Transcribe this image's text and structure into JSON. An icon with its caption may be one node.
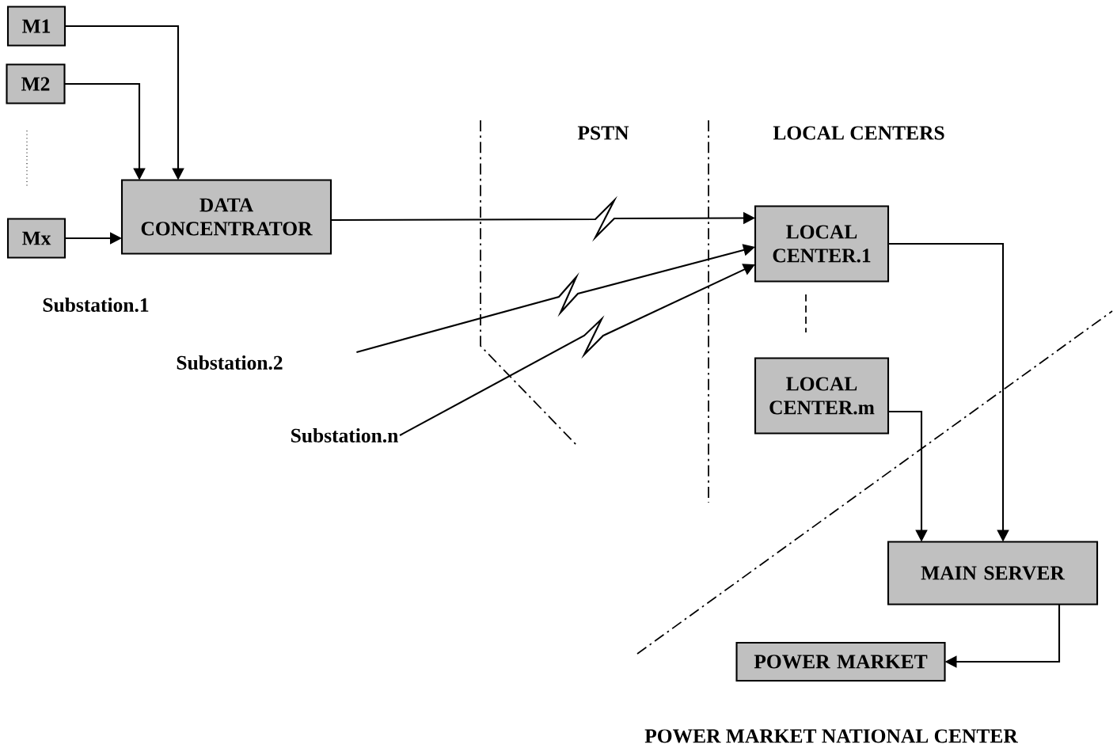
{
  "diagram": {
    "nodes": [
      {
        "text": [
          "M1"
        ]
      },
      {
        "text": [
          "M2"
        ]
      },
      {
        "text": [
          "Mx"
        ]
      },
      {
        "text": [
          "DATA CONCENTRATOR"
        ]
      },
      {
        "text": [
          "LOCAL CENTER.1"
        ]
      },
      {
        "text": [
          "LOCAL CENTER.m"
        ]
      },
      {
        "text": [
          "MAIN SERVER"
        ]
      },
      {
        "text": [
          "POWER MARKET"
        ]
      },
      {
        "text": [
          "Substation.2"
        ]
      },
      {
        "text": [
          "Substation.n"
        ]
      }
    ],
    "edges": [
      {
        "from": 0,
        "to": 3,
        "arrow": "to"
      },
      {
        "from": 1,
        "to": 3,
        "arrow": "to"
      },
      {
        "from": 2,
        "to": 3,
        "arrow": "to"
      },
      {
        "from": 3,
        "to": 4,
        "arrow": "to"
      },
      {
        "from": 8,
        "to": 4,
        "arrow": "to"
      },
      {
        "from": 9,
        "to": 4,
        "arrow": "to"
      },
      {
        "from": 4,
        "to": 6,
        "arrow": "to"
      },
      {
        "from": 5,
        "to": 6,
        "arrow": "to"
      },
      {
        "from": 6,
        "to": 7,
        "arrow": "to"
      }
    ],
    "labels": [
      "Substation.1",
      "PSTN",
      "LOCAL CENTERS",
      "POWER MARKET NATIONAL CENTER"
    ]
  }
}
